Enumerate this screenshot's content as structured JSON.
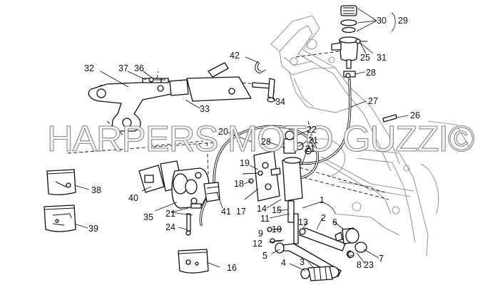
{
  "watermark": "HARPERS MOTO GUZZI©",
  "labels": [
    "1",
    "2",
    "3",
    "4",
    "5",
    "6",
    "7",
    "8",
    "9",
    "10",
    "11",
    "12",
    "13",
    "14",
    "15",
    "16",
    "17",
    "18",
    "19",
    "20",
    "21",
    "21",
    "21",
    "22",
    "23",
    "24",
    "25",
    "26",
    "27",
    "28",
    "28",
    "29",
    "30",
    "31",
    "32",
    "33",
    "34",
    "35",
    "36",
    "37",
    "38",
    "39",
    "40",
    "41",
    "42"
  ],
  "colors": {
    "ink": "#111111",
    "frame": "#9a9a9a",
    "watermark_fill": "#f4f4f4",
    "watermark_stroke": "#8a8a8a"
  }
}
